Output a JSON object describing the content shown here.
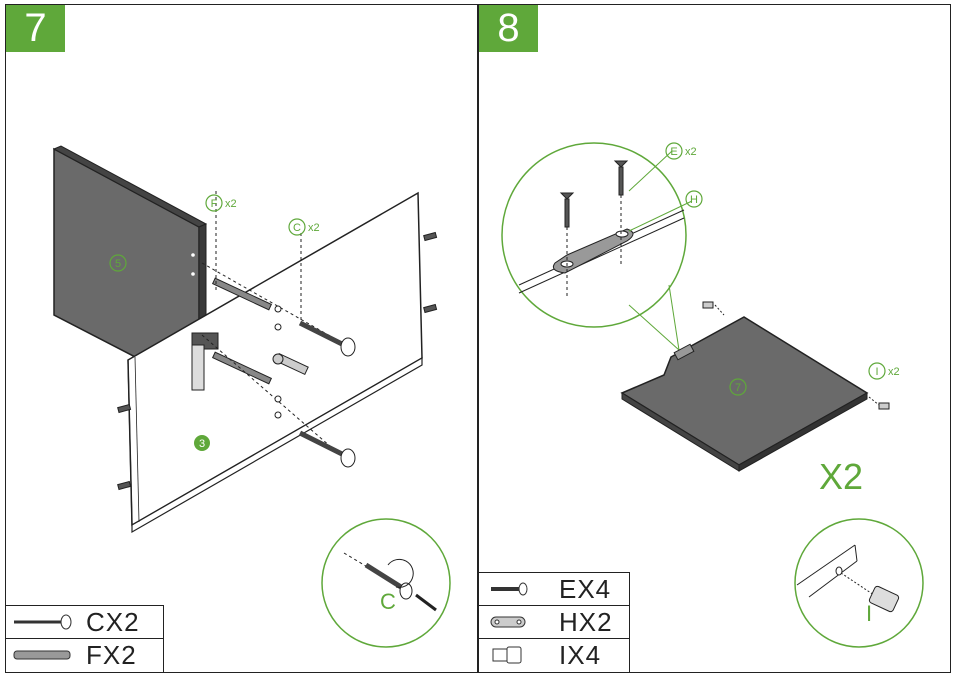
{
  "steps": [
    {
      "number": "7"
    },
    {
      "number": "8"
    }
  ],
  "step7": {
    "part_labels": [
      "5",
      "3"
    ],
    "callouts": [
      {
        "letter": "F",
        "qty": "x2"
      },
      {
        "letter": "C",
        "qty": "x2"
      }
    ],
    "detail_label": "C",
    "legend": [
      {
        "icon": "screw-c-icon",
        "text": "CX2"
      },
      {
        "icon": "dowel-f-icon",
        "text": "FX2"
      }
    ]
  },
  "step8": {
    "part_labels": [
      "7"
    ],
    "callouts": [
      {
        "letter": "E",
        "qty": "x2"
      },
      {
        "letter": "H",
        "qty": ""
      },
      {
        "letter": "I",
        "qty": "x2"
      }
    ],
    "multiplier": "X2",
    "detail_label": "I",
    "legend": [
      {
        "icon": "screw-e-icon",
        "text": "EX4"
      },
      {
        "icon": "bracket-h-icon",
        "text": "HX2"
      },
      {
        "icon": "peg-i-icon",
        "text": "IX4"
      }
    ]
  },
  "colors": {
    "accent": "#5fa83a",
    "panel_fill": "#6a6a6a",
    "line": "#222222"
  }
}
